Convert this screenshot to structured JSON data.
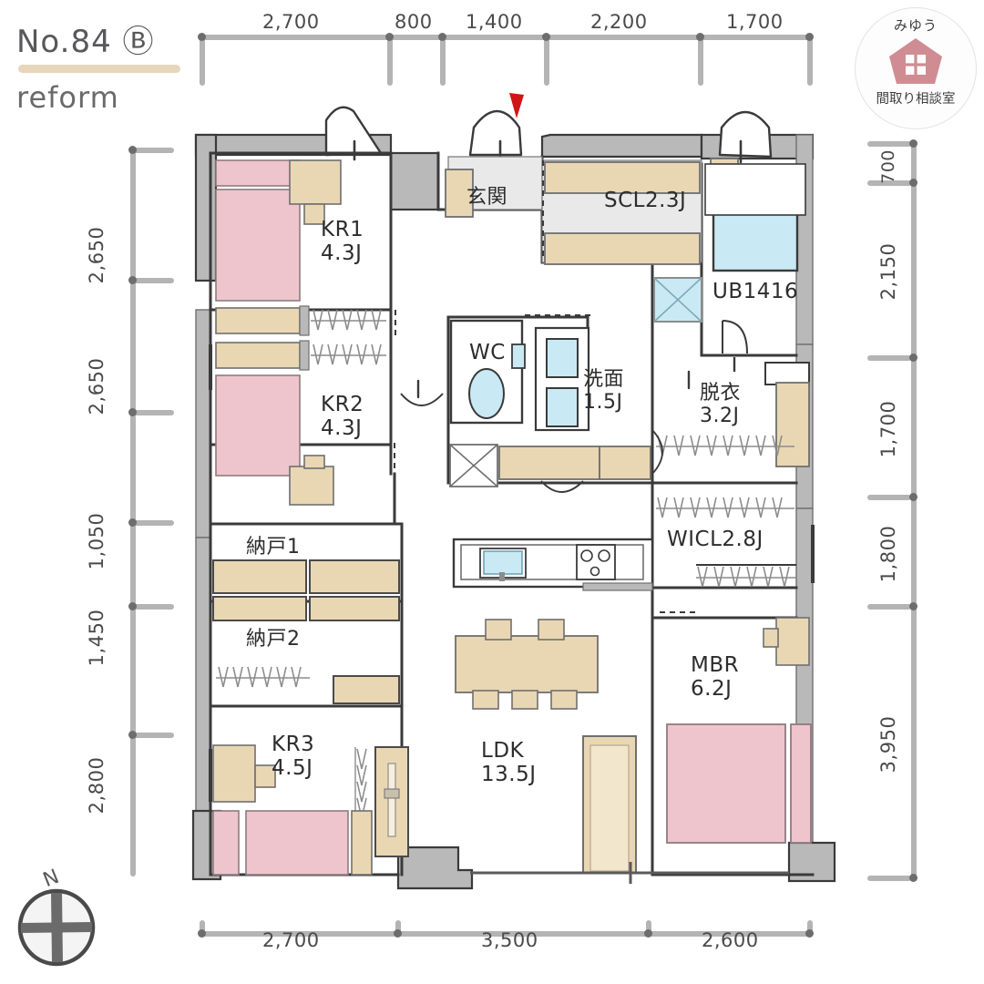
{
  "title_block": {
    "plan_number": "No.84 Ⓑ",
    "subtitle": "reform"
  },
  "logo": {
    "top_text": "みゆう",
    "bottom_text": "間取り相談室",
    "house_color": "#cf8d93"
  },
  "colors": {
    "bed_pink": "#eec5cc",
    "furniture_tan": "#e9d7b4",
    "water_blue": "#c9e9f4",
    "wall_gray": "#b9b9b9",
    "entry_gray": "#e6e6e6",
    "dim_gray": "#b4b4b4",
    "ink": "#3a3a3a",
    "marker_red": "#d11414"
  },
  "dimensions": {
    "top": [
      "2,700",
      "800",
      "1,400",
      "2,200",
      "1,700"
    ],
    "left": [
      "2,650",
      "2,650",
      "1,050",
      "1,450",
      "2,800"
    ],
    "right": [
      "700",
      "2,150",
      "1,700",
      "1,800",
      "3,950"
    ],
    "bottom": [
      "2,700",
      "3,500",
      "2,600"
    ]
  },
  "rooms": [
    {
      "id": "kr1",
      "name": "KR1",
      "area": "4.3J"
    },
    {
      "id": "kr2",
      "name": "KR2",
      "area": "4.3J"
    },
    {
      "id": "nando1",
      "name": "納戸1",
      "area": ""
    },
    {
      "id": "nando2",
      "name": "納戸2",
      "area": ""
    },
    {
      "id": "kr3",
      "name": "KR3",
      "area": "4.5J"
    },
    {
      "id": "genkan",
      "name": "玄関",
      "area": ""
    },
    {
      "id": "scl",
      "name": "SCL2.3J",
      "area": ""
    },
    {
      "id": "wc",
      "name": "WC",
      "area": ""
    },
    {
      "id": "senmen",
      "name": "洗面",
      "area": "1.5J"
    },
    {
      "id": "ub",
      "name": "UB1416",
      "area": ""
    },
    {
      "id": "datsui",
      "name": "脱衣",
      "area": "3.2J"
    },
    {
      "id": "wicl",
      "name": "WICL2.8J",
      "area": ""
    },
    {
      "id": "mbr",
      "name": "MBR",
      "area": "6.2J"
    },
    {
      "id": "ldk",
      "name": "LDK",
      "area": "13.5J"
    }
  ],
  "compass": {
    "north_label": "N"
  }
}
